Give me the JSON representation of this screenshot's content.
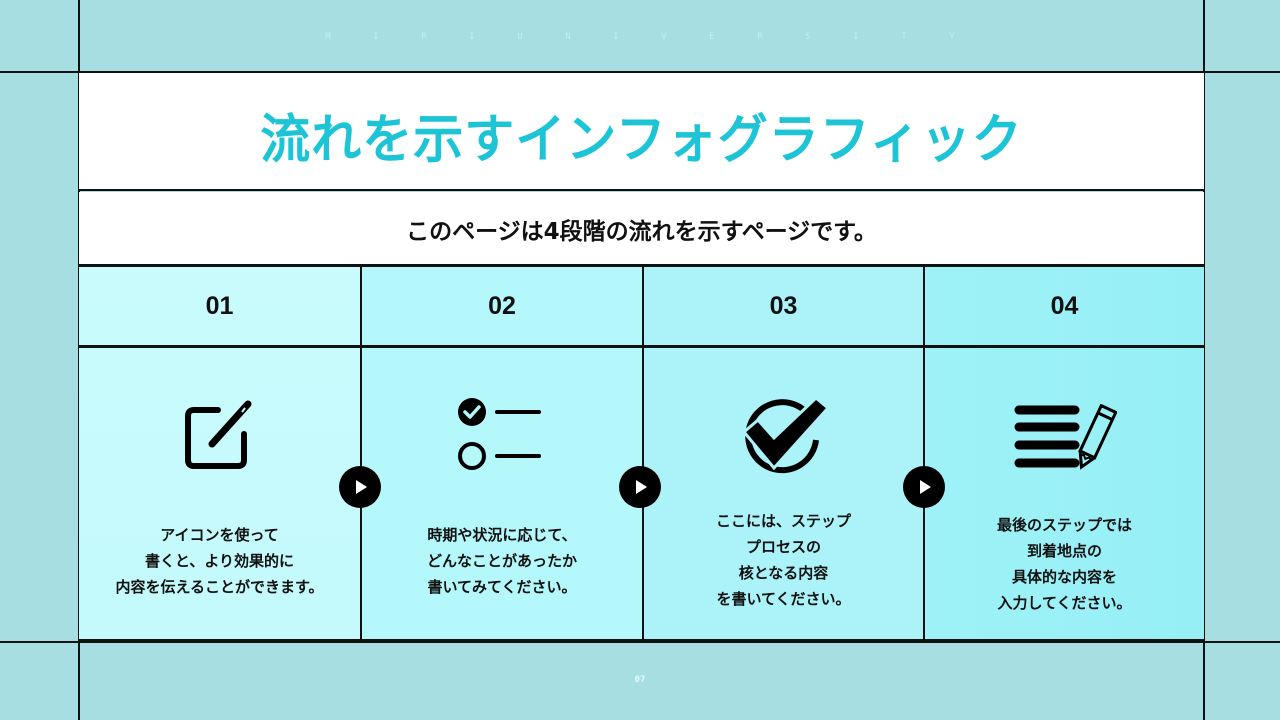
{
  "brand": {
    "letters": [
      "M",
      "I",
      "R",
      "I",
      "U",
      "N",
      "I",
      "V",
      "E",
      "R",
      "S",
      "I",
      "T",
      "Y"
    ]
  },
  "title": "流れを示すインフォグラフィック",
  "subtitle": "このページは4段階の流れを示すページです。",
  "steps": [
    {
      "number": "01",
      "icon": "edit-icon",
      "bg": "#c9fbfc",
      "lines": [
        "アイコンを使って",
        "書くと、より効果的に",
        "内容を伝えることができます。"
      ]
    },
    {
      "number": "02",
      "icon": "checklist-icon",
      "bg": "#b5f8fb",
      "lines": [
        "時期や状況に応じて、",
        "どんなことがあったか",
        "書いてみてください。"
      ]
    },
    {
      "number": "03",
      "icon": "check-circle-icon",
      "bg": "#abf3f8",
      "lines": [
        "ここには、ステップ",
        "プロセスの",
        "核となる内容",
        "を書いてください。"
      ]
    },
    {
      "number": "04",
      "icon": "list-pencil-icon",
      "bg": "#98f0f6",
      "lines": [
        "最後のステップでは",
        "到着地点の",
        "具体的な内容を",
        "入力してください。"
      ]
    }
  ],
  "page_number": "07",
  "colors": {
    "background": "#a6dee2",
    "title": "#1cc4d6",
    "panel": "#ffffff",
    "line": "#111111"
  }
}
